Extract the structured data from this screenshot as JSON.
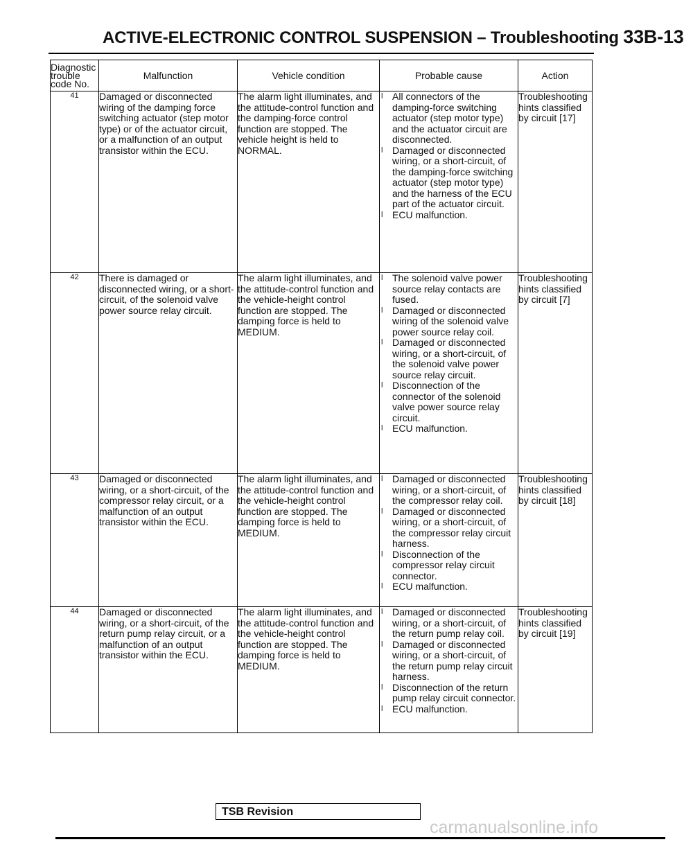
{
  "header": {
    "title": "ACTIVE-ELECTRONIC CONTROL SUSPENSION – Troubleshooting",
    "page": "33B-13"
  },
  "table": {
    "headers": {
      "code_line1": "Diagnostic",
      "code_line2": "trouble",
      "code_line3": "code No.",
      "malfunction": "Malfunction",
      "vehicle": "Vehicle condition",
      "cause": "Probable cause",
      "action": "Action"
    },
    "rows": [
      {
        "code": "41",
        "malfunction": "Damaged or disconnected wiring of the damping force switching actuator (step motor type) or of the actuator circuit, or a malfunction of an output transistor within the ECU.",
        "vehicle": "The alarm light illuminates, and the attitude-control function and the damping-force control function are stopped. The vehicle height is held to NORMAL.",
        "causes": [
          "All connectors of the damping-force switching actuator (step motor type) and the actuator circuit are disconnected.",
          "Damaged or disconnected wiring, or a short-circuit, of the damping-force switching actuator (step motor type) and the harness of the ECU part of the actuator circuit.",
          "ECU malfunction."
        ],
        "action": "Troubleshooting hints classified by circuit [17]"
      },
      {
        "code": "42",
        "malfunction": "There is damaged or disconnected wiring, or a short-circuit, of the solenoid valve power source relay circuit.",
        "vehicle": "The alarm light illuminates, and the attitude-control function and the vehicle-height control function are stopped. The damping force is held to MEDIUM.",
        "causes": [
          "The solenoid valve power source relay contacts are fused.",
          "Damaged or disconnected wiring of the solenoid valve power source relay coil.",
          "Damaged or disconnected wiring, or a short-circuit, of the solenoid valve power source relay circuit.",
          "Disconnection of the connector of the solenoid valve power source relay circuit.",
          "ECU malfunction."
        ],
        "action": "Troubleshooting hints classified by circuit [7]"
      },
      {
        "code": "43",
        "malfunction": "Damaged or disconnected wiring, or a short-circuit, of the compressor relay circuit, or a malfunction of an output transistor within the ECU.",
        "vehicle": "The alarm light illuminates, and the attitude-control function and the vehicle-height control function are stopped. The damping force is held to MEDIUM.",
        "causes": [
          "Damaged or disconnected wiring, or a short-circuit, of the compressor relay coil.",
          "Damaged or disconnected wiring, or a short-circuit, of the compressor relay circuit harness.",
          "Disconnection of the compressor relay circuit connector.",
          "ECU malfunction."
        ],
        "action": "Troubleshooting hints classified by circuit [18]"
      },
      {
        "code": "44",
        "malfunction": "Damaged or disconnected wiring, or a short-circuit, of the return pump relay circuit, or a malfunction of an output transistor within the ECU.",
        "vehicle": "The alarm light illuminates, and the attitude-control function and the vehicle-height control function are stopped. The damping force is held to MEDIUM.",
        "causes": [
          "Damaged or disconnected wiring, or a short-circuit, of the return pump relay coil.",
          "Damaged or disconnected wiring, or a short-circuit, of the return pump relay circuit harness.",
          "Disconnection of the return pump relay circuit connector.",
          "ECU malfunction."
        ],
        "action": "Troubleshooting hints classified by circuit [19]"
      }
    ]
  },
  "footer": {
    "revision": "TSB Revision",
    "watermark": "carmanualsonline.info"
  }
}
